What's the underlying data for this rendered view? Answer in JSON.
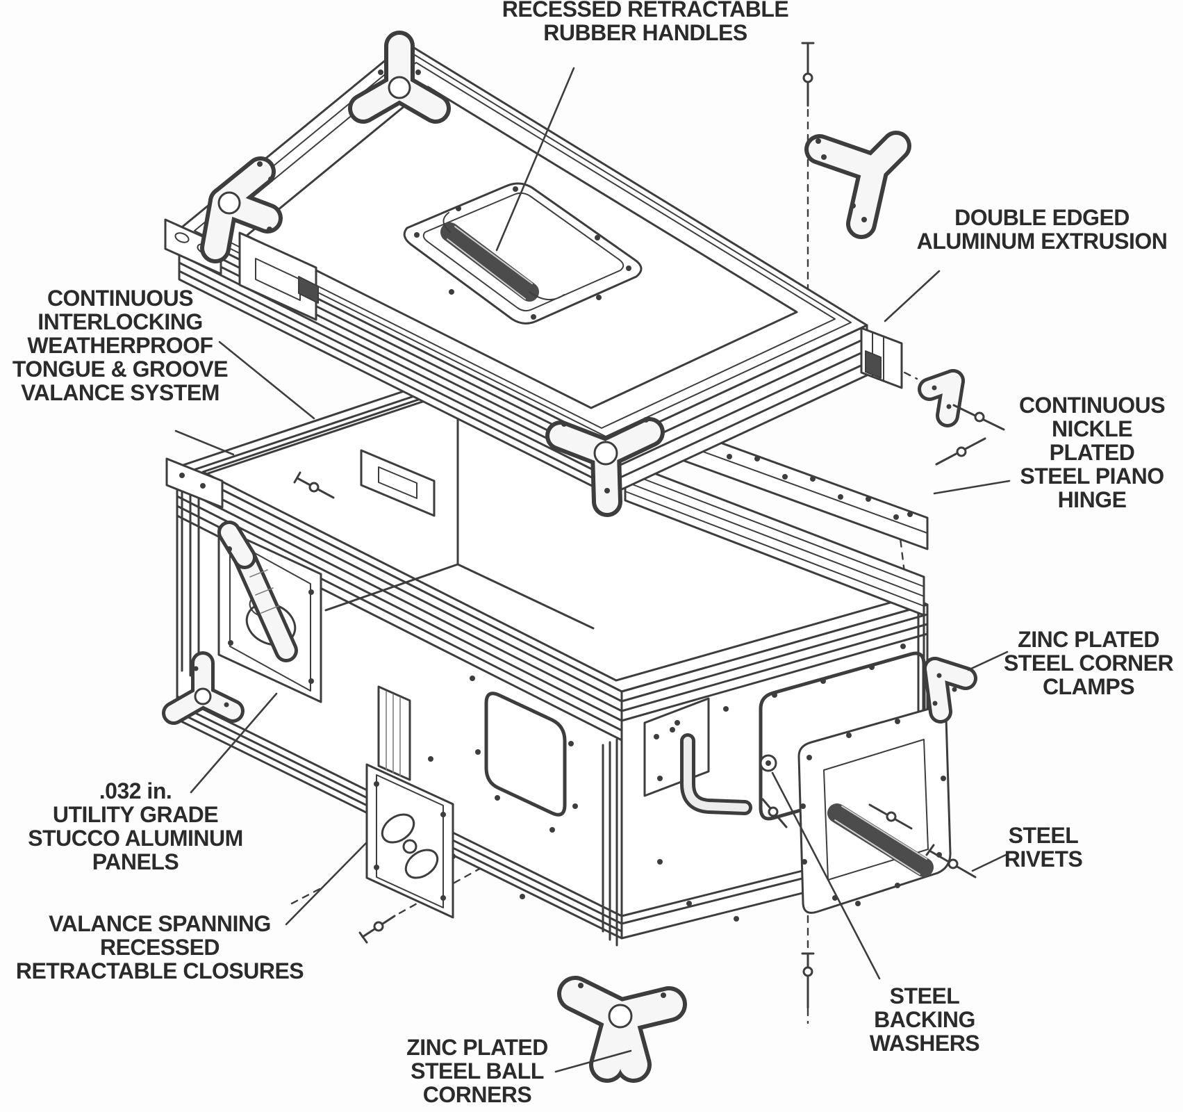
{
  "diagram_type": "exploded-parts-diagram",
  "subject": "ATA flight road case with removable lid",
  "colors": {
    "background": "#fdfdfd",
    "ink": "#3d3d3d",
    "text": "#2b2b2b",
    "grip_fill": "#4c4c4c"
  },
  "labels": {
    "handles": {
      "lines": [
        "RECESSED RETRACTABLE",
        "RUBBER HANDLES"
      ]
    },
    "extrusion": {
      "lines": [
        "DOUBLE EDGED",
        "ALUMINUM EXTRUSION"
      ]
    },
    "valance": {
      "lines": [
        "CONTINUOUS",
        "INTERLOCKING",
        "WEATHERPROOF",
        "TONGUE & GROOVE",
        "VALANCE SYSTEM"
      ]
    },
    "hinge": {
      "lines": [
        "CONTINUOUS",
        "NICKLE",
        "PLATED",
        "STEEL PIANO",
        "HINGE"
      ]
    },
    "clamps": {
      "lines": [
        "ZINC PLATED",
        "STEEL CORNER",
        "CLAMPS"
      ]
    },
    "panels": {
      "lines": [
        ".032 in.",
        "UTILITY GRADE",
        "STUCCO ALUMINUM",
        "PANELS"
      ]
    },
    "closures": {
      "lines": [
        "VALANCE SPANNING",
        "RECESSED",
        "RETRACTABLE CLOSURES"
      ]
    },
    "rivets": {
      "lines": [
        "STEEL",
        "RIVETS"
      ]
    },
    "washers": {
      "lines": [
        "STEEL",
        "BACKING",
        "WASHERS"
      ]
    },
    "ball_corners": {
      "lines": [
        "ZINC PLATED",
        "STEEL BALL",
        "CORNERS"
      ]
    }
  }
}
